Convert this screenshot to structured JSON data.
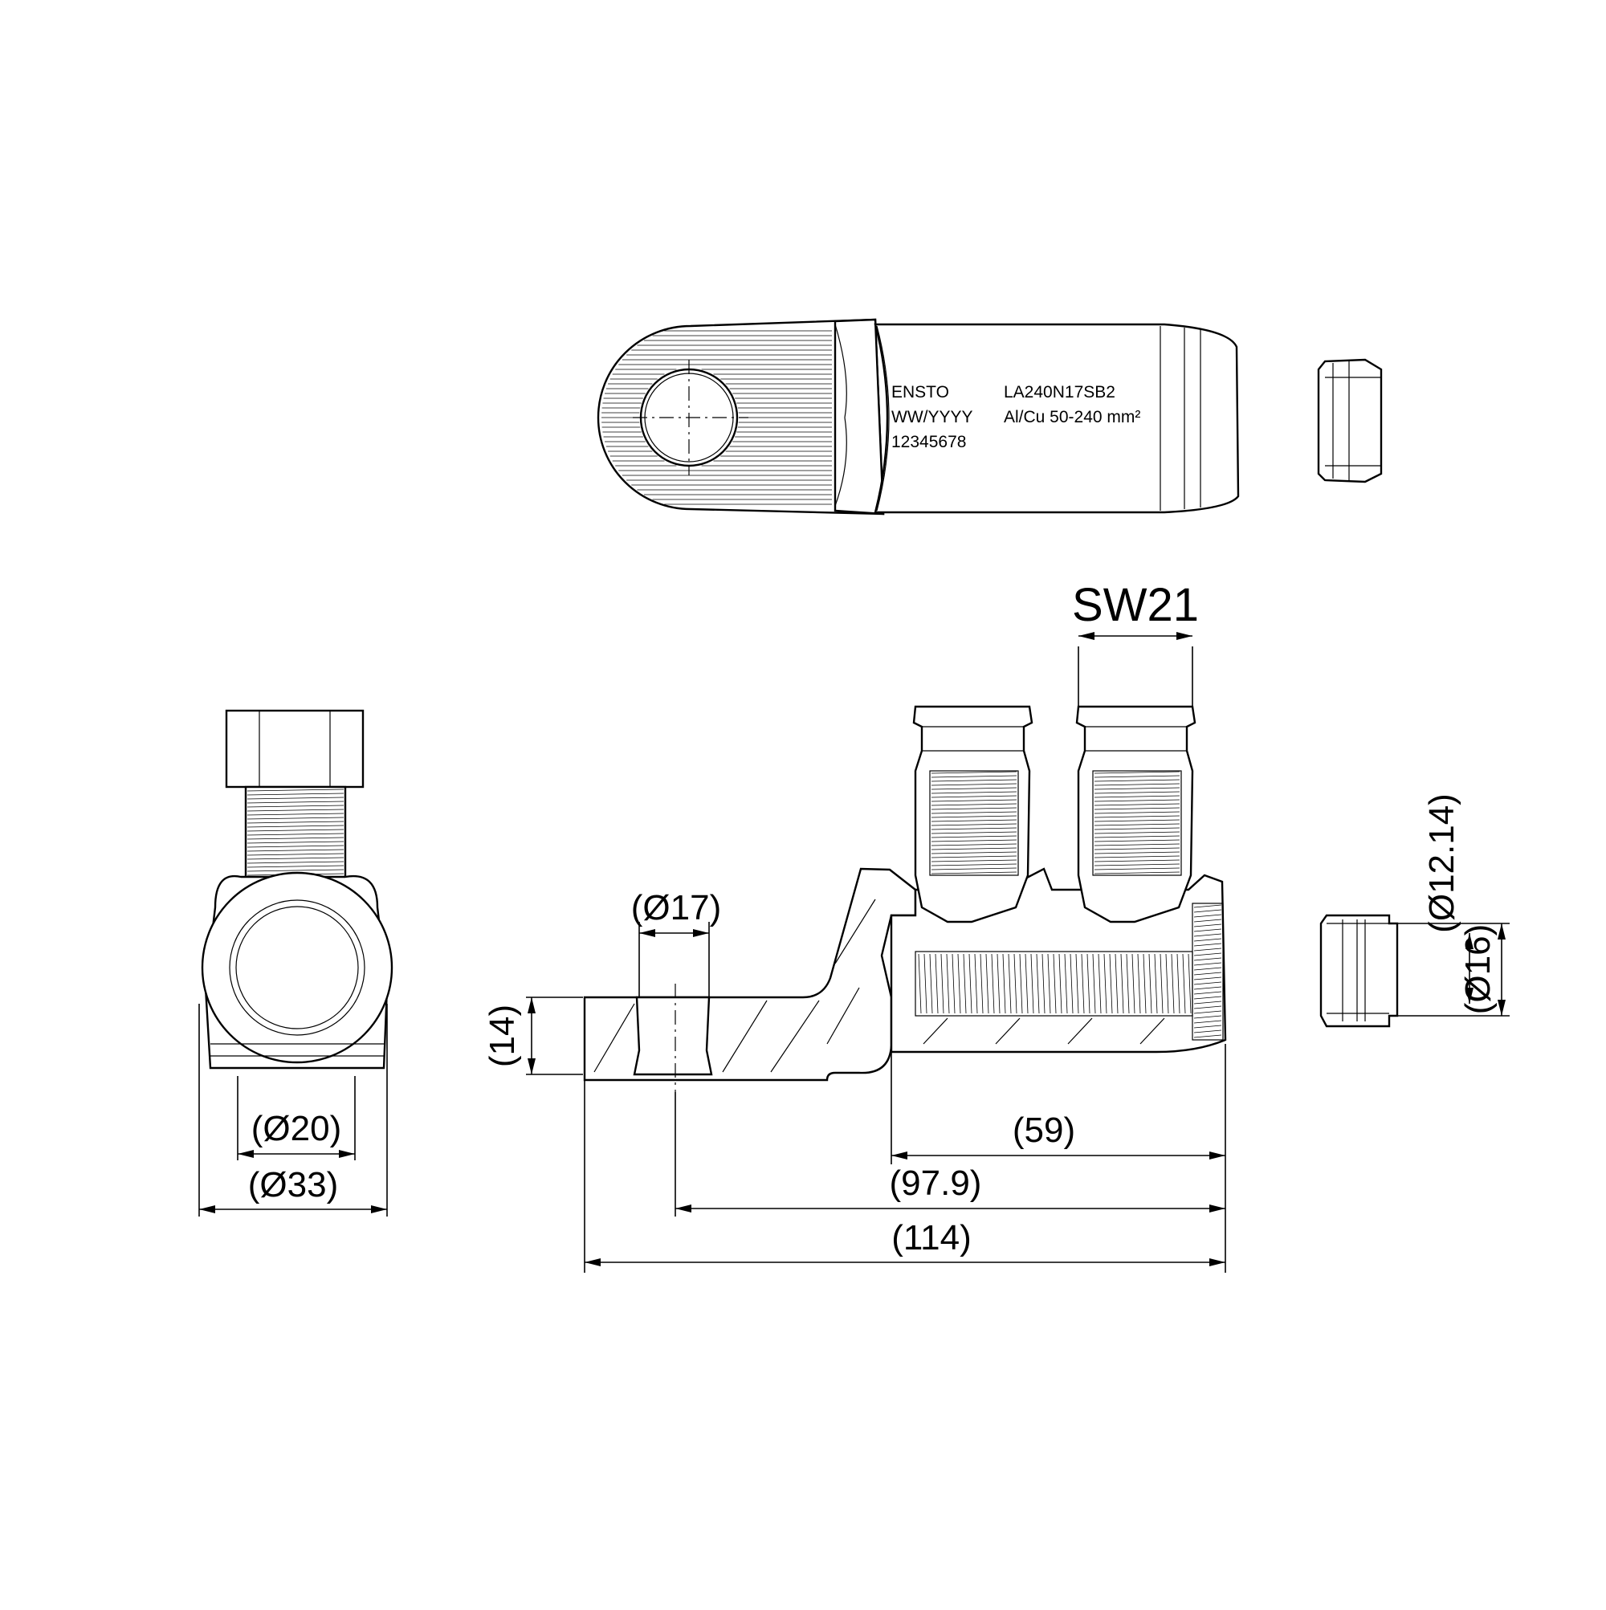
{
  "marking": {
    "brand": "ENSTO",
    "date_code": "WW/YYYY",
    "serial": "12345678",
    "part_number": "LA240N17SB2",
    "range": "Al/Cu 50-240 mm²"
  },
  "dimensions": {
    "sw": "SW21",
    "hole_dia": "(Ø17)",
    "height": "(14)",
    "inner_dia": "(Ø20)",
    "outer_dia": "(Ø33)",
    "barrel_length": "(59)",
    "hole_to_end": "(97.9)",
    "total_length": "(114)",
    "plug_inner": "(Ø12.14)",
    "plug_outer": "(Ø16)"
  }
}
